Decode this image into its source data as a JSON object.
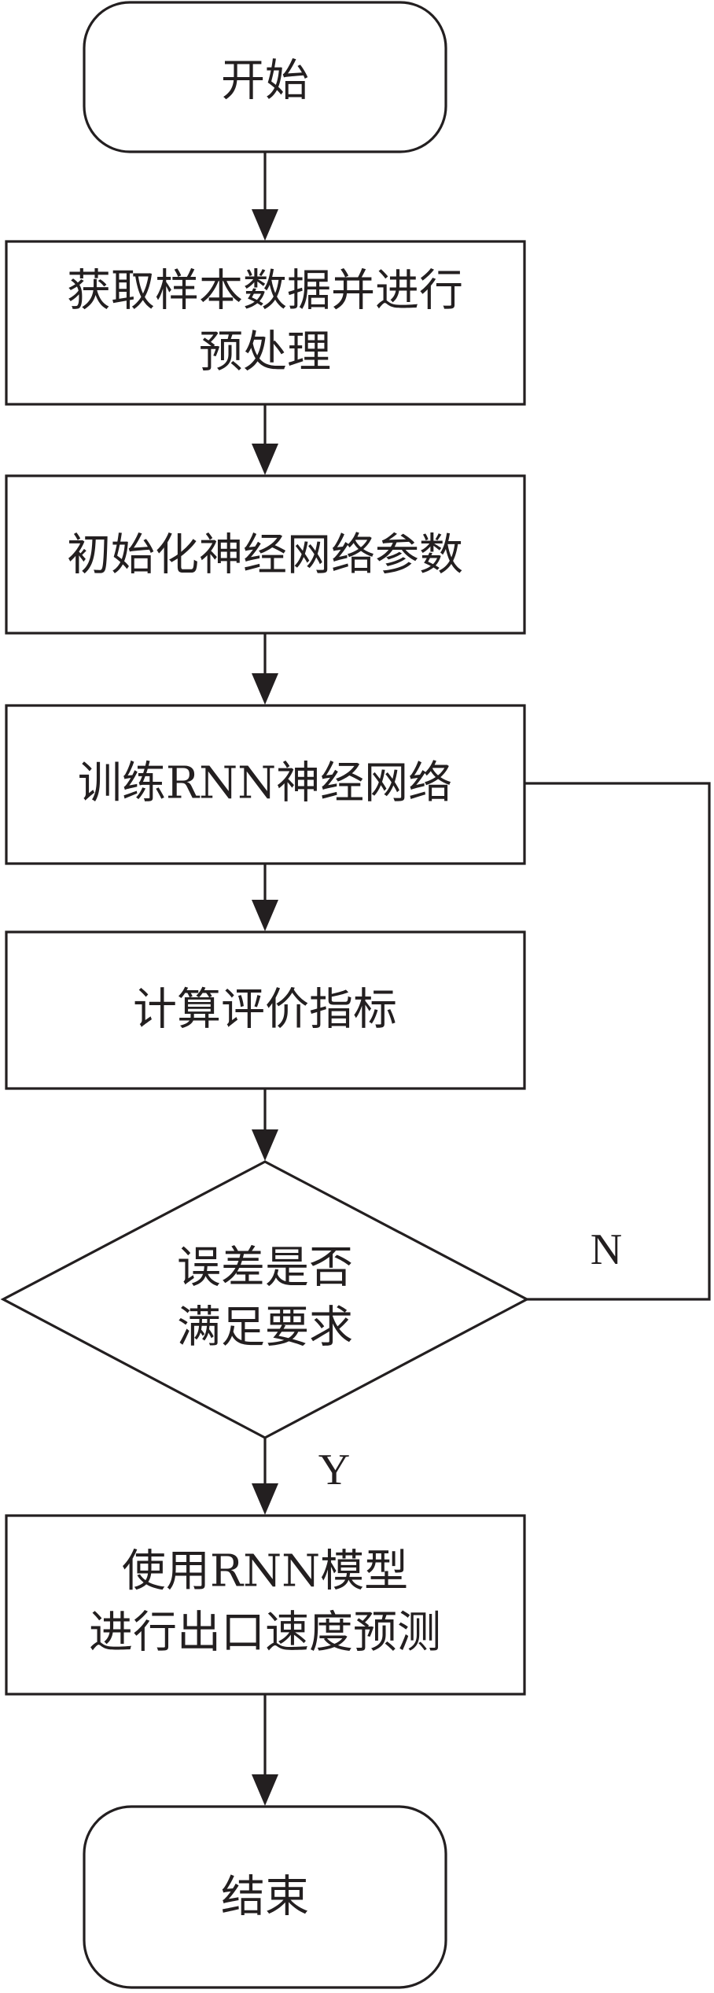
{
  "nodes": {
    "start": "开始",
    "acquire_line1": "获取样本数据并进行",
    "acquire_line2": "预处理",
    "init": "初始化神经网络参数",
    "train": "训练RNN神经网络",
    "compute": "计算评价指标",
    "decision_line1": "误差是否",
    "decision_line2": "满足要求",
    "predict_line1": "使用RNN模型",
    "predict_line2": "进行出口速度预测",
    "end": "结束"
  },
  "branches": {
    "no": "N",
    "yes": "Y"
  }
}
